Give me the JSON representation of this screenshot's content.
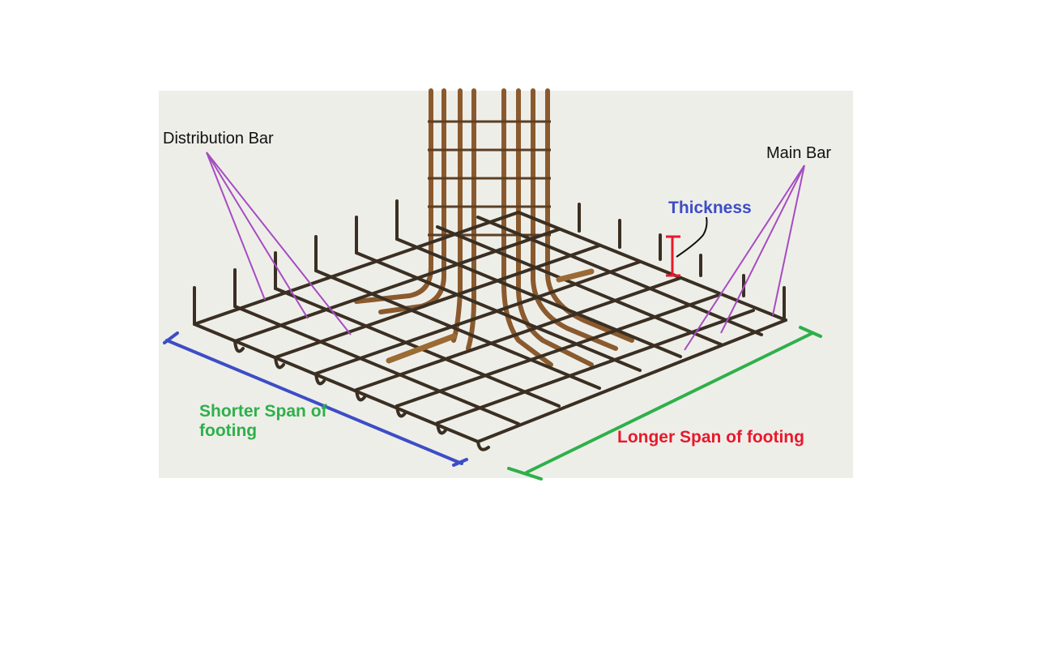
{
  "labels": {
    "distribution_bar": "Distribution Bar",
    "main_bar": "Main Bar",
    "thickness": "Thickness",
    "shorter_span": "Shorter Span of footing",
    "longer_span": "Longer Span of footing"
  },
  "colors": {
    "pointer_lines": "#a64cc0",
    "shorter_span_arrow": "#3d4dc6",
    "longer_span_arrow": "#2eb04a",
    "thickness_marker": "#e8192c",
    "thickness_text": "#3d4dc6",
    "shorter_span_text": "#2eb04a",
    "longer_span_text": "#e8192c",
    "rebar": "#3a2f22",
    "column_bars": "#8a5a2e"
  }
}
